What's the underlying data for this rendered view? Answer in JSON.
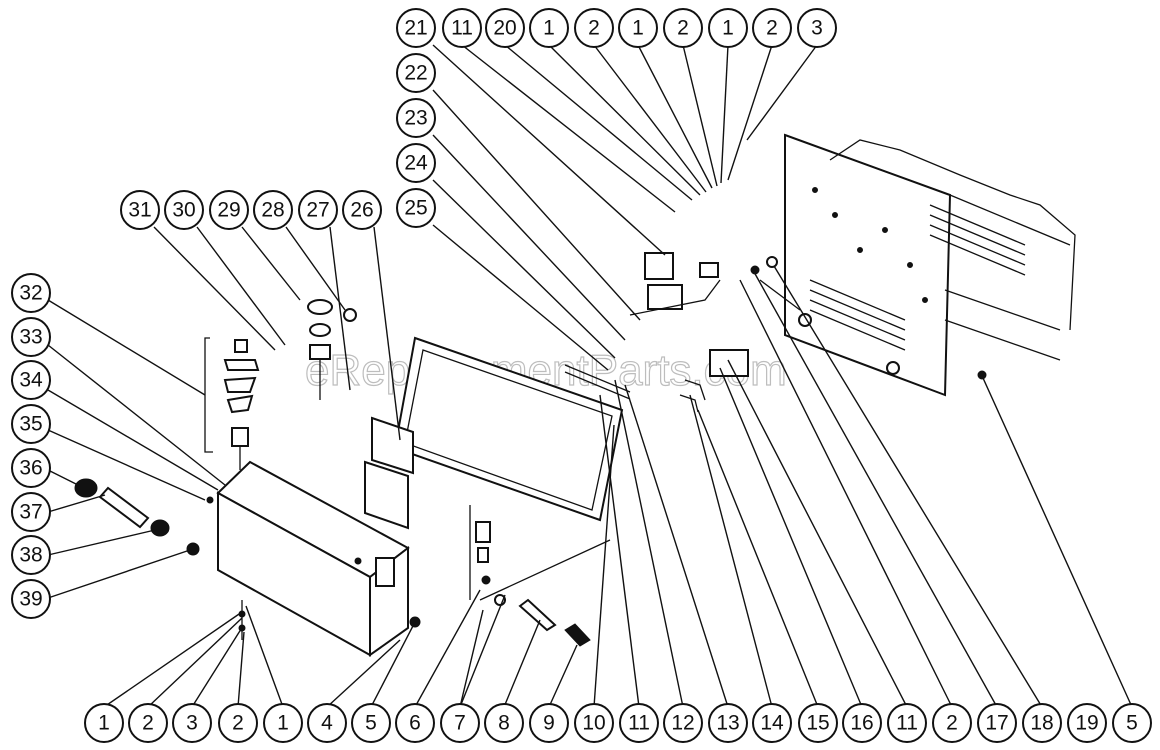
{
  "watermark": "eReplacementParts.com",
  "callouts": {
    "bottom": [
      "1",
      "2",
      "3",
      "2",
      "1",
      "4",
      "5",
      "6",
      "7",
      "8",
      "9",
      "10",
      "11",
      "12",
      "13",
      "14",
      "15",
      "16",
      "11",
      "2",
      "17",
      "18",
      "19",
      "5"
    ],
    "top": [
      "11",
      "20",
      "1",
      "2",
      "1",
      "2",
      "1",
      "2",
      "3"
    ],
    "top_stack": [
      "21",
      "22",
      "23",
      "24",
      "25"
    ],
    "mid_row": [
      "31",
      "30",
      "29",
      "28",
      "27",
      "26"
    ],
    "left_col": [
      "32",
      "33",
      "34",
      "35",
      "36",
      "37",
      "38",
      "39"
    ]
  }
}
